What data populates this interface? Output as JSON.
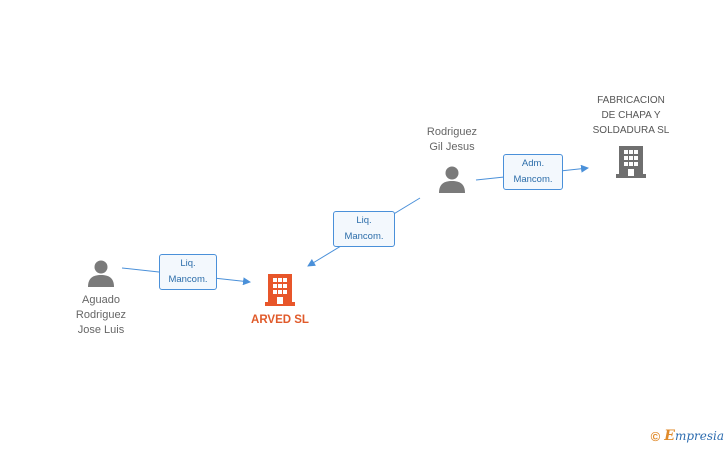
{
  "diagram": {
    "colors": {
      "edge": "#4a90d9",
      "person": "#7a7a7a",
      "company": "#6f6f6f",
      "focus_company": "#e8562a"
    },
    "nodes": {
      "aguado": {
        "label": "Aguado\nRodriguez\nJose Luis",
        "icon": "person-icon"
      },
      "rodriguez": {
        "label": "Rodriguez\nGil Jesus",
        "icon": "person-icon"
      },
      "arved": {
        "label": "ARVED SL",
        "icon": "building-icon"
      },
      "fabricacion": {
        "label": "FABRICACION\nDE CHAPA Y\nSOLDADURA SL",
        "icon": "building-icon"
      }
    },
    "edges": {
      "aguado_arved": {
        "label": "Liq.\nMancom."
      },
      "rodriguez_arved": {
        "label": "Liq.\nMancom."
      },
      "rodriguez_fabricacion": {
        "label": "Adm.\nMancom."
      }
    }
  },
  "footer": {
    "copyright_symbol": "©",
    "brand_initial": "E",
    "brand_rest": "mpresia"
  }
}
